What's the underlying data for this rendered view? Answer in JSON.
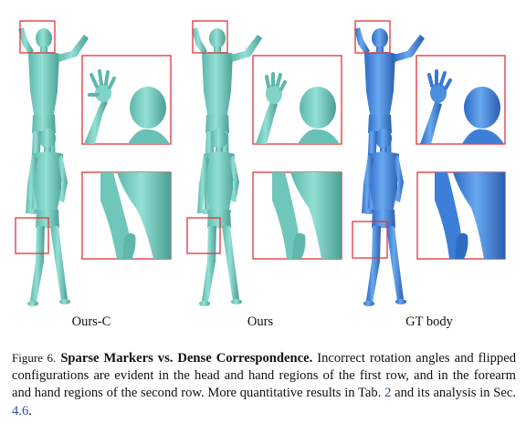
{
  "panels": {
    "labels": [
      "Ours-C",
      "Ours",
      "GT body"
    ],
    "colors": {
      "teal_body": "#7fd3c7",
      "teal_shadow": "#4fa79c",
      "blue_body": "#4a8fe0",
      "blue_shadow": "#2a63b5",
      "box": "#e0343b"
    }
  },
  "caption": {
    "fig_num": "Figure 6.",
    "title": "Sparse Markers vs. Dense Correspondence.",
    "text_a": "Incorrect rotation angles and flipped configurations are evident in the head and hand regions of the first row, and in the forearm and hand regions of the second row. More quantitative results in Tab.",
    "tab_ref": "2",
    "text_b": "and its analysis in Sec.",
    "sec_ref": "4.6",
    "text_c": "."
  }
}
